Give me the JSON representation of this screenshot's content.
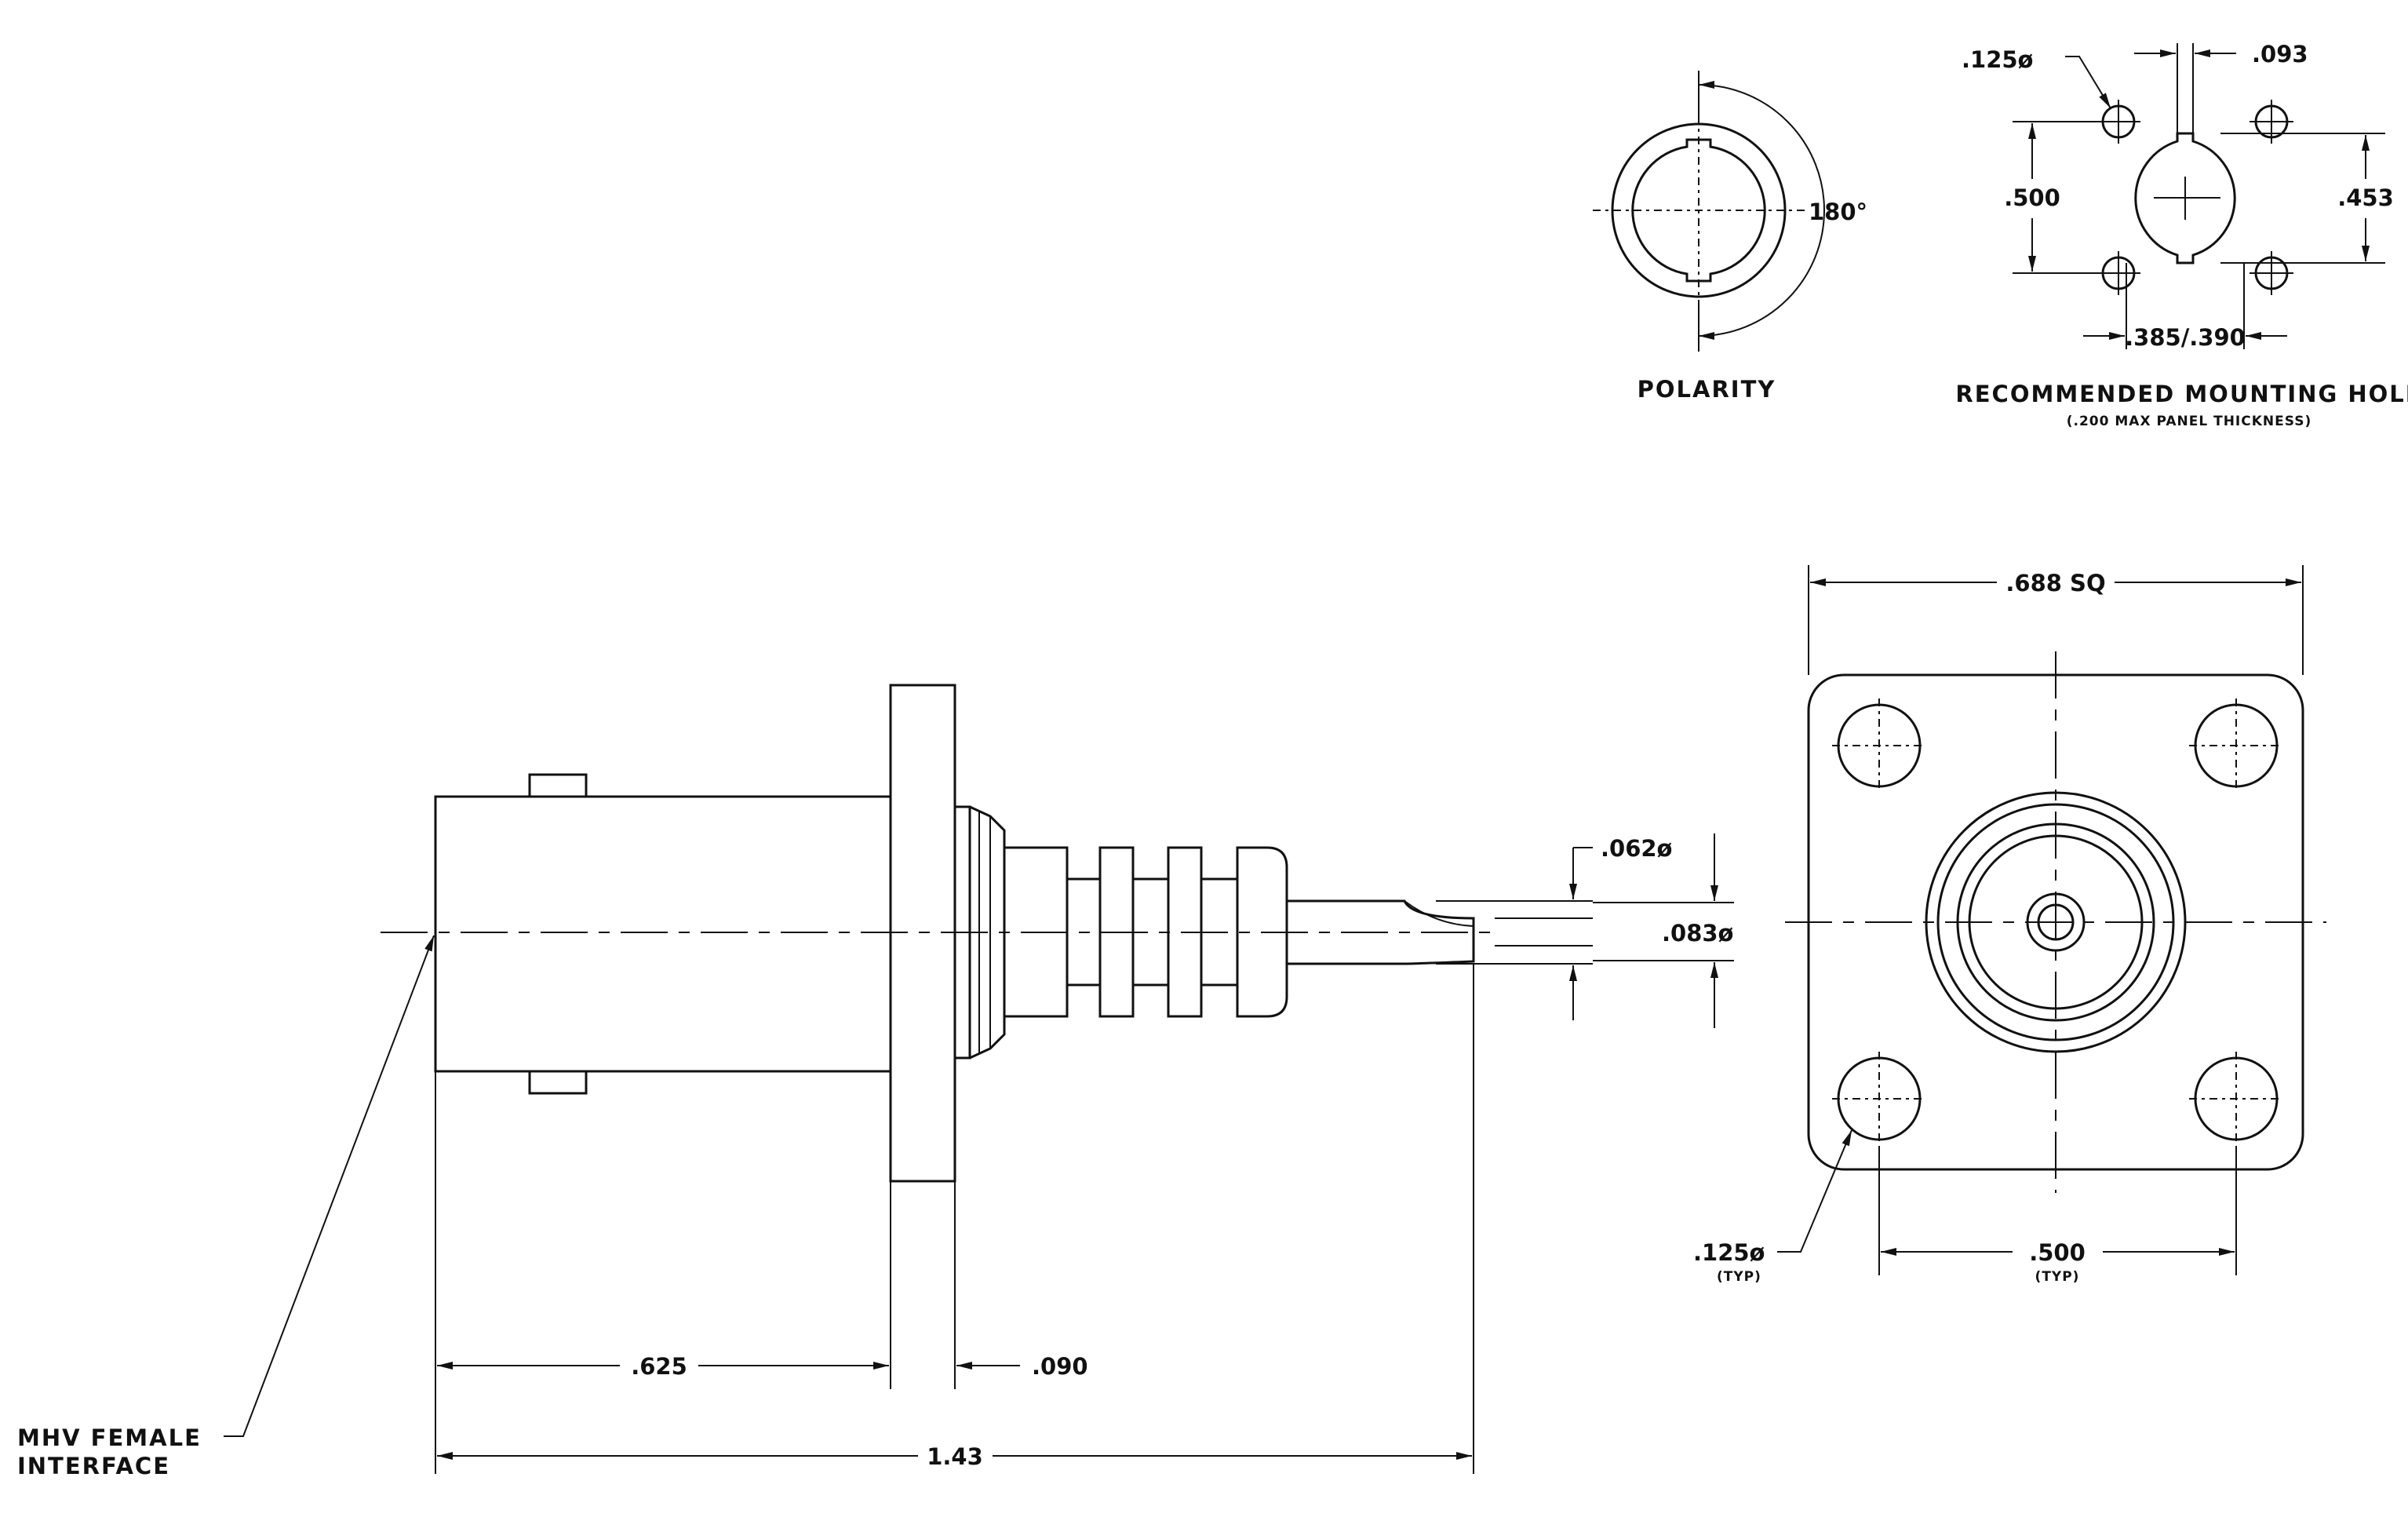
{
  "side_view": {
    "dim_length_body": ".625",
    "dim_flange_thickness": ".090",
    "dim_overall_length": "1.43",
    "dim_pin_diameter": ".062ø",
    "dim_insulator_diameter": ".083ø",
    "interface_line1": "MHV FEMALE",
    "interface_line2": "INTERFACE"
  },
  "front_view": {
    "dim_square": ".688 SQ",
    "dim_hole_diameter": ".125ø",
    "dim_hole_diameter_note": "(TYP)",
    "dim_hole_spacing": ".500",
    "dim_hole_spacing_note": "(TYP)"
  },
  "polarity": {
    "angle": "180°",
    "caption": "POLARITY"
  },
  "mounting_hole": {
    "dim_hole_diameter": ".125ø",
    "dim_key_width": ".093",
    "dim_vertical_spacing": ".500",
    "dim_flat_height": ".453",
    "dim_flat_width": ".385/.390",
    "caption": "RECOMMENDED MOUNTING HOLE",
    "subcaption": "(.200 MAX PANEL THICKNESS)"
  }
}
